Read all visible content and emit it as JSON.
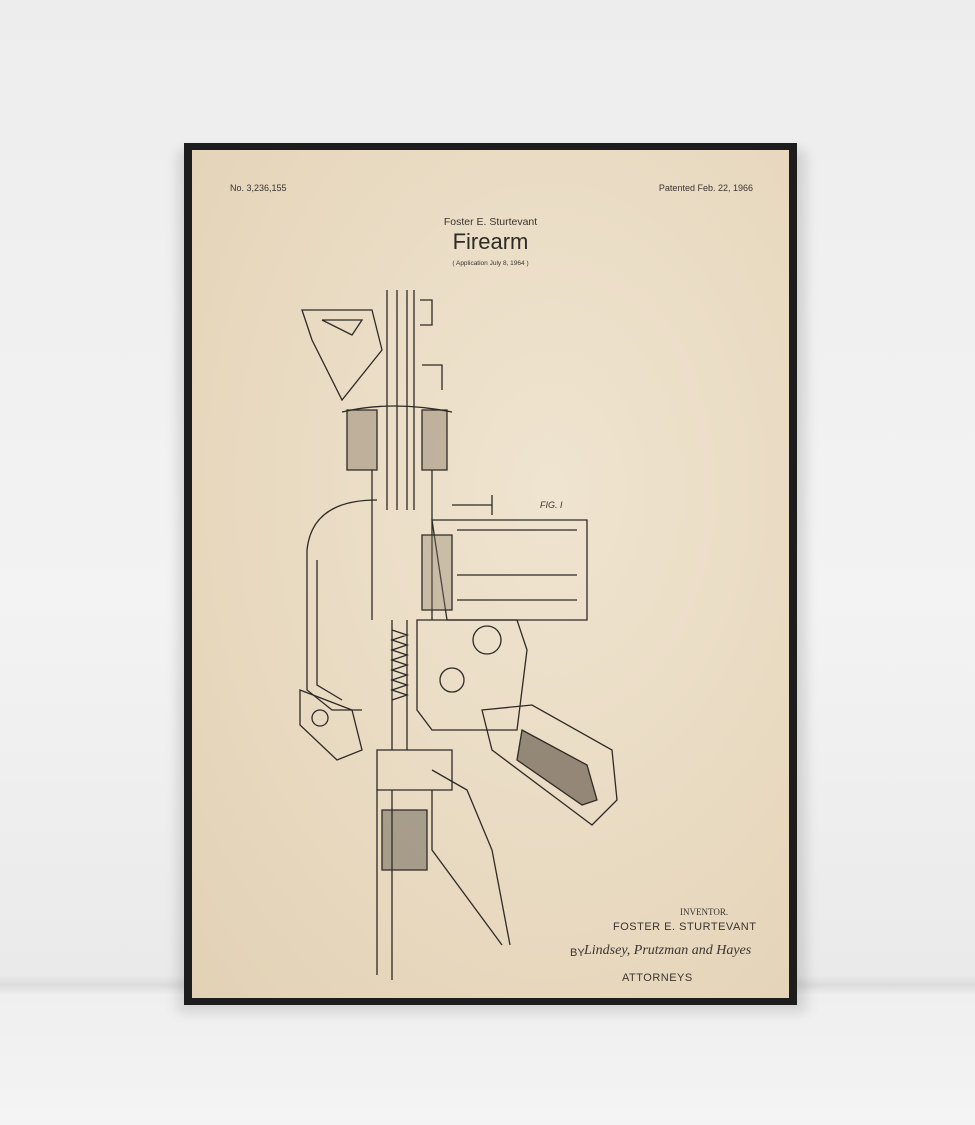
{
  "poster": {
    "patent_number": "No. 3,236,155",
    "patent_date": "Patented Feb. 22, 1966",
    "inventor_header": "Foster E. Sturtevant",
    "title": "Firearm",
    "application": "( Application July 8, 1964 )",
    "figure_label": "FIG. I",
    "inventor_label": "INVENTOR.",
    "inventor_name": "FOSTER  E.  STURTEVANT",
    "by_label": "BY",
    "signature": "Lindsey, Prutzman and Hayes",
    "attorneys_label": "ATTORNEYS"
  },
  "colors": {
    "frame": "#1d1d1d",
    "paper": "#eadcc4",
    "ink": "#2e2a26",
    "wall": "#efefef"
  }
}
